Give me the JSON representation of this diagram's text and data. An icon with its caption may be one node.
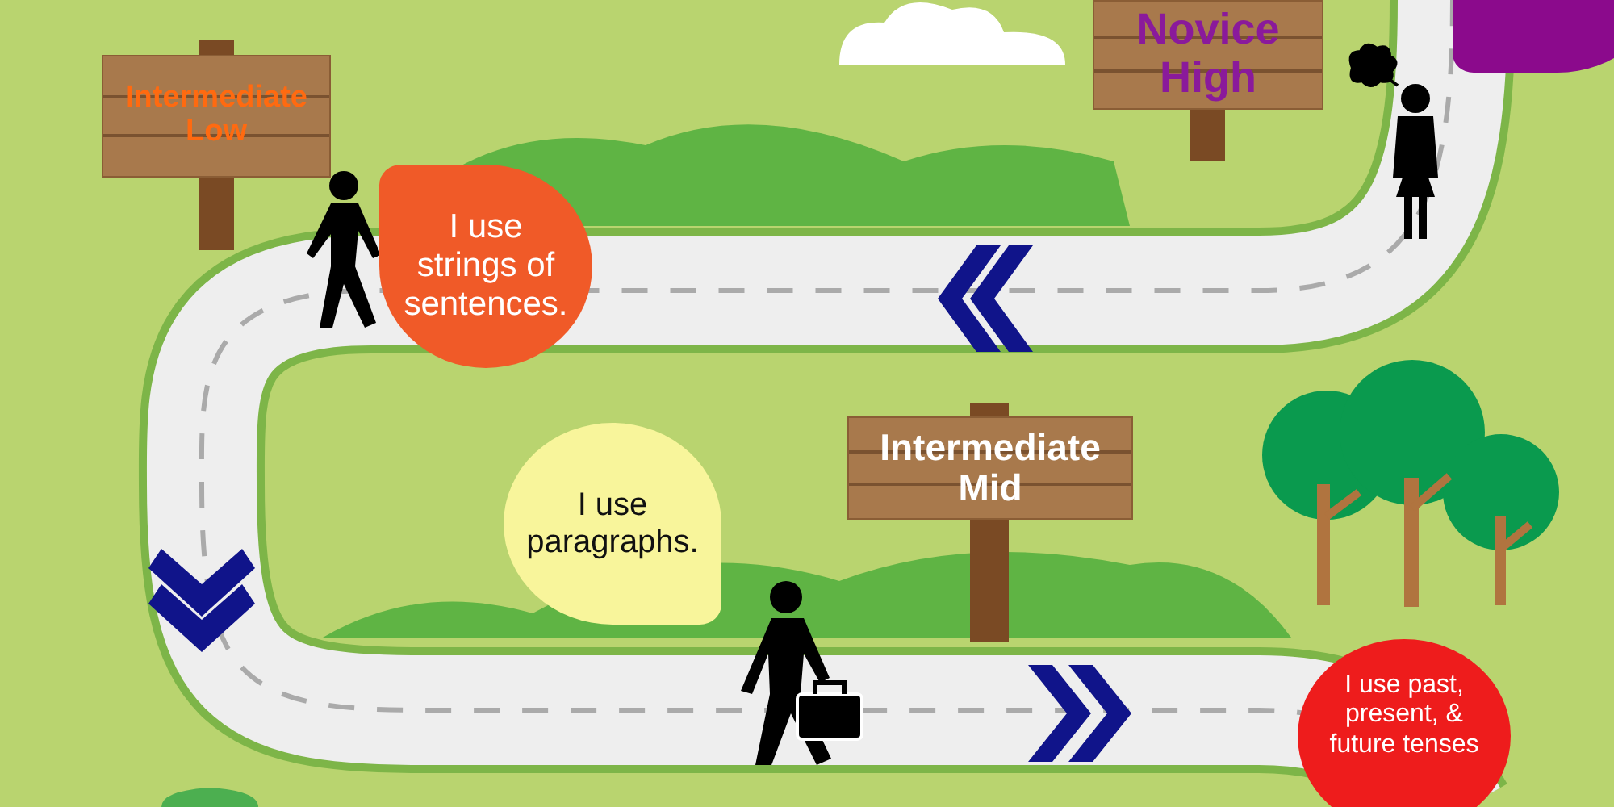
{
  "diagram": {
    "nodes": [
      {
        "text": [
          "Novice High"
        ]
      },
      {
        "text": [],
        "shape": "bubble"
      },
      {
        "text": [
          "Intermediate Low"
        ]
      },
      {
        "text": [
          "I use strings of sentences."
        ]
      },
      {
        "text": [
          "Intermediate Mid"
        ]
      },
      {
        "text": [
          "I use paragraphs."
        ]
      },
      {
        "text": [
          "I use past, present, & future tenses"
        ]
      }
    ]
  }
}
